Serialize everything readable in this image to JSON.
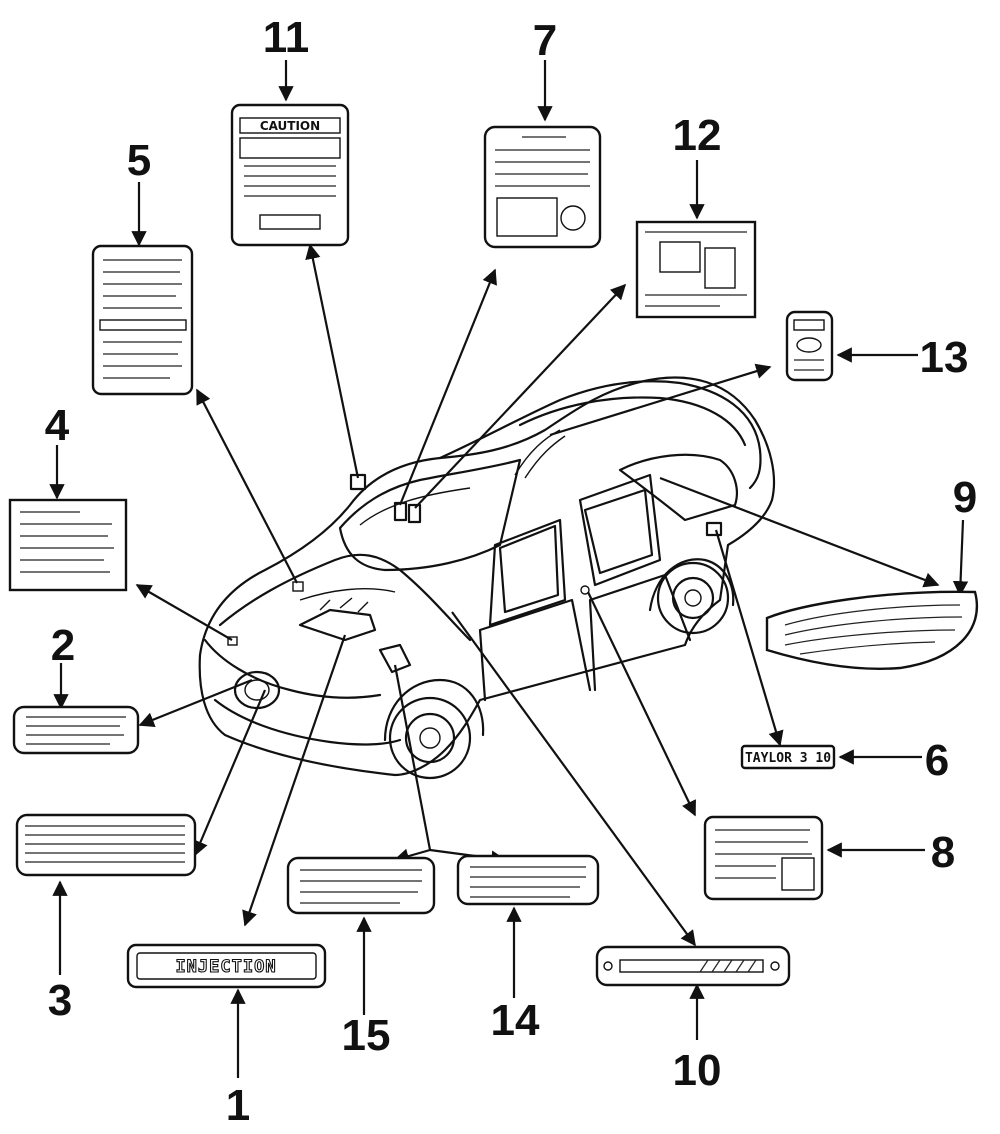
{
  "diagram": {
    "callouts": [
      "1",
      "2",
      "3",
      "4",
      "5",
      "6",
      "7",
      "8",
      "9",
      "10",
      "11",
      "12",
      "13",
      "14",
      "15"
    ],
    "label_texts": {
      "injection_badge": "INJECTION",
      "sticker_6": "TAYLOR 3 10",
      "caution_label_heading": "CAUTION"
    }
  }
}
